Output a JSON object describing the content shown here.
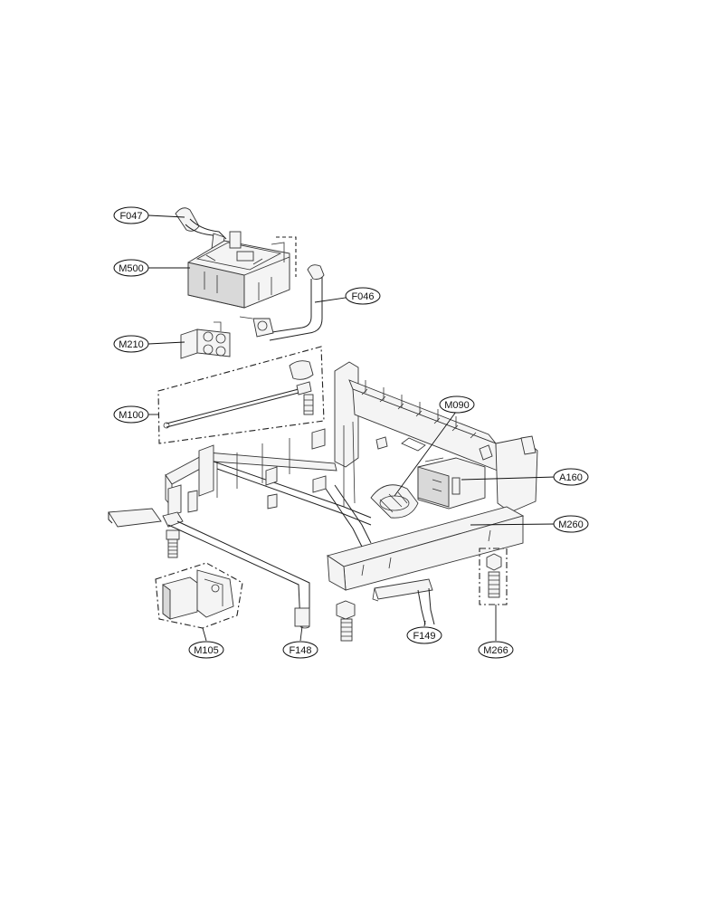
{
  "callouts": [
    {
      "id": "F047",
      "label": "F047"
    },
    {
      "id": "M500",
      "label": "M500"
    },
    {
      "id": "F046",
      "label": "F046"
    },
    {
      "id": "M210",
      "label": "M210"
    },
    {
      "id": "M100",
      "label": "M100"
    },
    {
      "id": "M090",
      "label": "M090"
    },
    {
      "id": "A160",
      "label": "A160"
    },
    {
      "id": "M260",
      "label": "M260"
    },
    {
      "id": "M105",
      "label": "M105"
    },
    {
      "id": "F148",
      "label": "F148"
    },
    {
      "id": "F149",
      "label": "F149"
    },
    {
      "id": "M266",
      "label": "M266"
    }
  ]
}
